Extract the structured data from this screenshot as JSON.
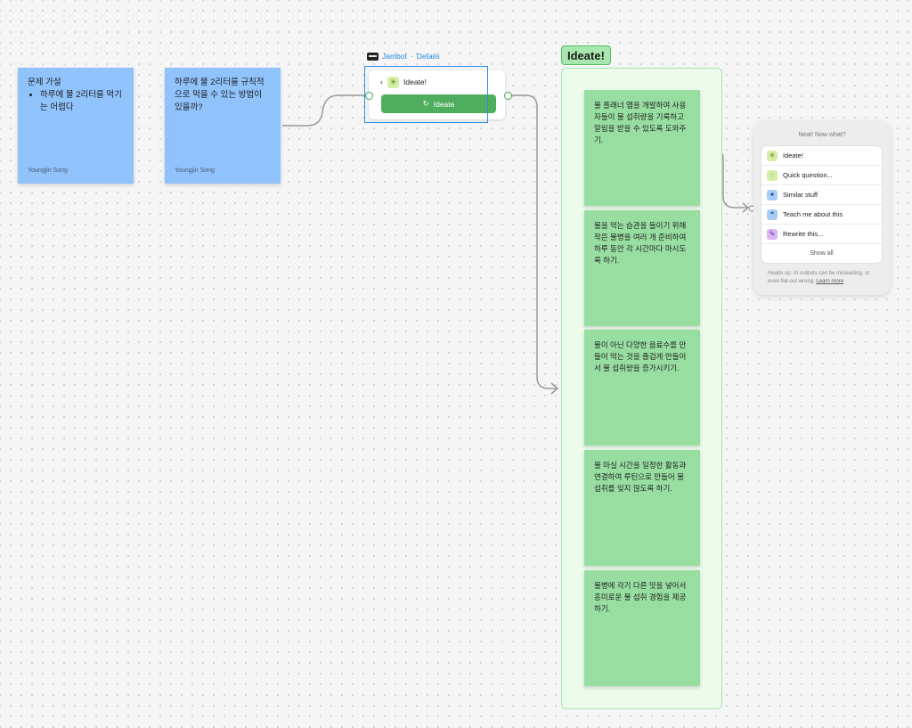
{
  "stickies": {
    "hypothesis": {
      "title": "문제 가설",
      "bullet": "하루에 물 2리터를 먹기는 어렵다",
      "author": "Youngjin Song"
    },
    "question": {
      "text": "하루에 물 2리터를 규칙적으로 먹을 수 있는 방법이 있을까?",
      "author": "Youngjin Song"
    }
  },
  "widget": {
    "name": "Jambot",
    "separator": "·",
    "details_link": "Details",
    "back_glyph": "‹",
    "header_label": "Ideate!",
    "button_label": "Ideate",
    "button_icon": "refresh-icon"
  },
  "section": {
    "title": "Ideate!",
    "ideas": [
      "물 플래너 앱을 개발하여 사용자들이 물 섭취량을 기록하고 알림을 받을 수 있도록 도와주기.",
      "물을 먹는 습관을 들이기 위해 작은 물병을 여러 개 준비하여 하루 동안 각 시간마다 마시도록 하기.",
      "물이 아닌 다양한 음료수를 만들어 먹는 것을 즐겁게 만들어서 물 섭취량을 증가시키기.",
      "물 마실 시간을 일정한 활동과 연결하여 루틴으로 만들어 물 섭취를 잊지 않도록 하기.",
      "물병에 각기 다른 맛을 넣어서 흥미로운 물 섭취 경험을 제공하기."
    ]
  },
  "panel": {
    "title": "Neat! Now what?",
    "items": [
      {
        "label": "Ideate!",
        "icon": "sparkle-icon",
        "color": "#d6efa7"
      },
      {
        "label": "Quick question...",
        "icon": "speech-bubble-icon",
        "color": "#d6efa7"
      },
      {
        "label": "Similar stuff",
        "icon": "magic-wand-icon",
        "color": "#a9cdf6"
      },
      {
        "label": "Teach me about this",
        "icon": "chat-bubbles-icon",
        "color": "#a9cdf6"
      },
      {
        "label": "Rewrite this...",
        "icon": "quill-icon",
        "color": "#d9b5f2"
      }
    ],
    "show_all": "Show all",
    "footer_text": "Heads up: AI outputs can be misleading, or even flat-out wrong.",
    "footer_link": "Learn more"
  },
  "colors": {
    "blue_sticky": "#90c2fc",
    "green_sticky": "#97dea0",
    "accent_green": "#4fae5e",
    "selection_blue": "#2d8cf0"
  }
}
